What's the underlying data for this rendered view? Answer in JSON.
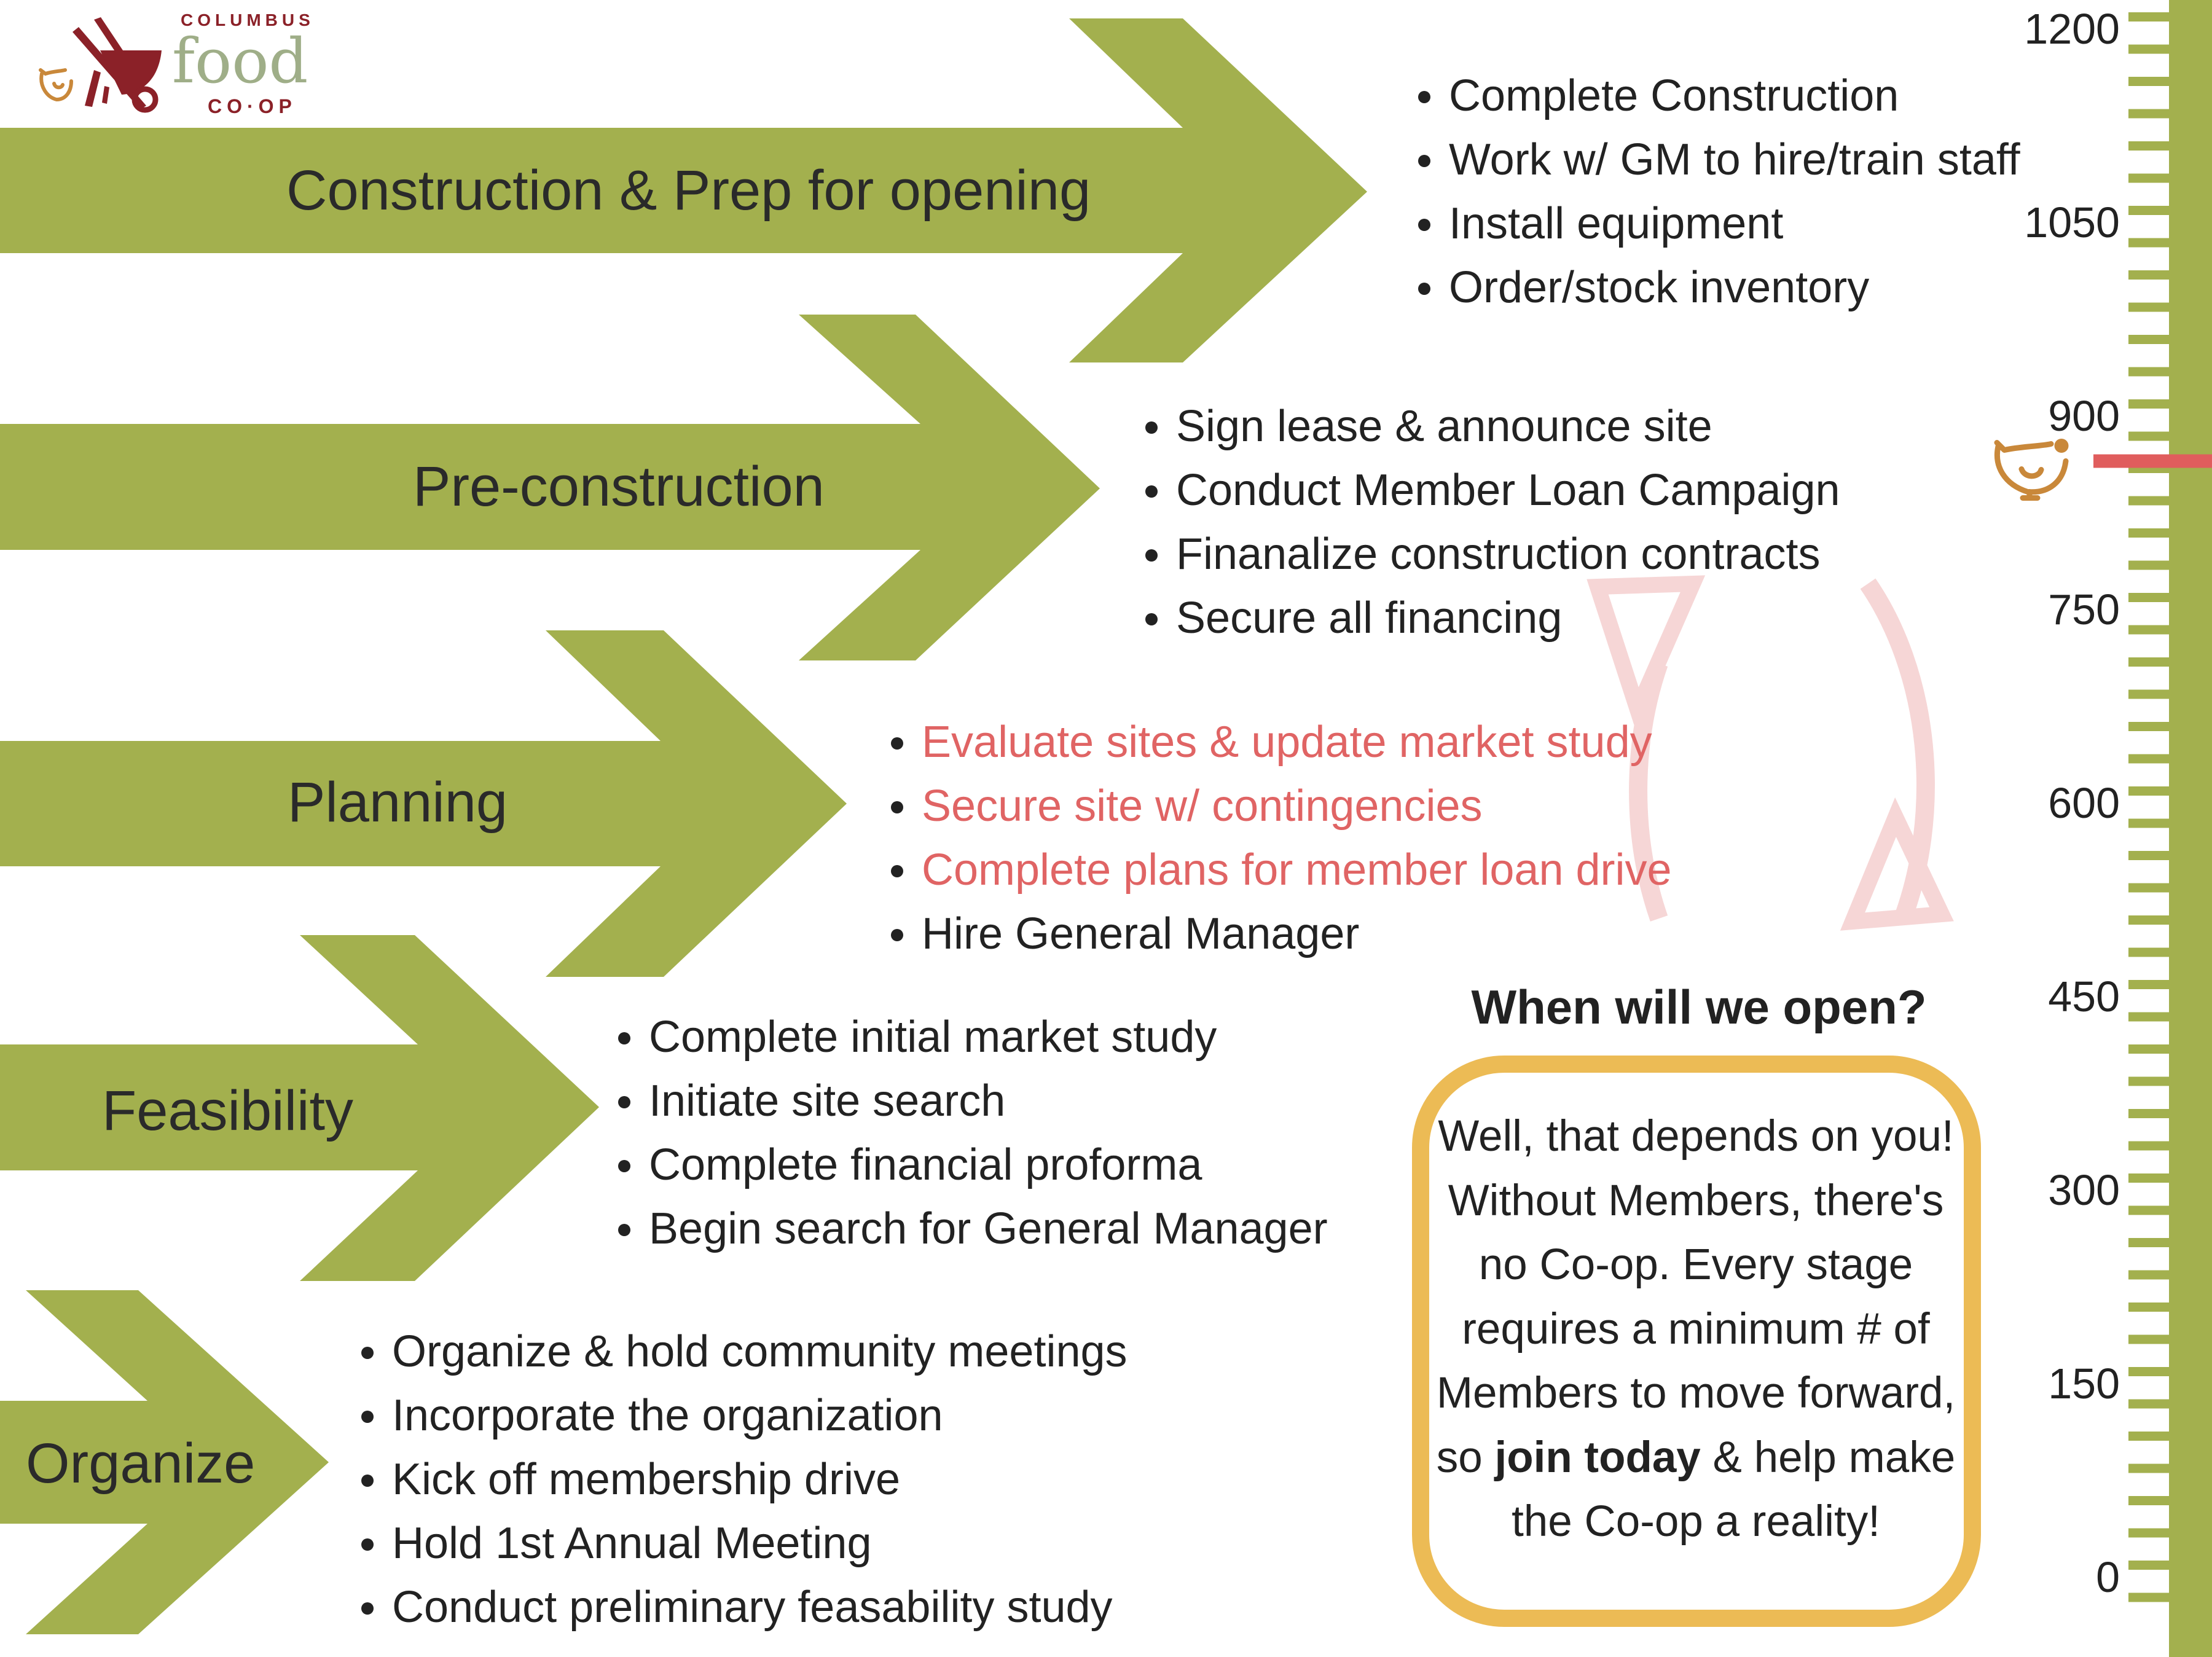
{
  "logo": {
    "top": "COLUMBUS",
    "middle": "food",
    "bottom": "CO·OP"
  },
  "stages": [
    {
      "name": "Construction & Prep for opening",
      "items": [
        {
          "text": "Complete Construction",
          "highlight": false
        },
        {
          "text": "Work w/ GM to hire/train staff",
          "highlight": false
        },
        {
          "text": "Install equipment",
          "highlight": false
        },
        {
          "text": "Order/stock inventory",
          "highlight": false
        }
      ]
    },
    {
      "name": "Pre-construction",
      "items": [
        {
          "text": "Sign lease & announce site",
          "highlight": false
        },
        {
          "text": "Conduct Member Loan Campaign",
          "highlight": false
        },
        {
          "text": "Finanalize construction contracts",
          "highlight": false
        },
        {
          "text": "Secure all financing",
          "highlight": false
        }
      ]
    },
    {
      "name": "Planning",
      "items": [
        {
          "text": "Evaluate sites & update market study",
          "highlight": true
        },
        {
          "text": "Secure site w/ contingencies",
          "highlight": true
        },
        {
          "text": "Complete plans for member loan drive",
          "highlight": true
        },
        {
          "text": "Hire General Manager",
          "highlight": false
        }
      ]
    },
    {
      "name": "Feasibility",
      "items": [
        {
          "text": "Complete initial market study",
          "highlight": false
        },
        {
          "text": "Initiate site search",
          "highlight": false
        },
        {
          "text": "Complete financial proforma",
          "highlight": false
        },
        {
          "text": "Begin search for General Manager",
          "highlight": false
        }
      ]
    },
    {
      "name": "Organize",
      "items": [
        {
          "text": "Organize & hold community meetings",
          "highlight": false
        },
        {
          "text": "Incorporate the organization",
          "highlight": false
        },
        {
          "text": "Kick off membership drive",
          "highlight": false
        },
        {
          "text": "Hold 1st Annual Meeting",
          "highlight": false
        },
        {
          "text": "Conduct preliminary feasability study",
          "highlight": false
        }
      ]
    }
  ],
  "callout": {
    "title": "When will we open?",
    "text_before": "Well, that depends on you! Without Members, there's no Co-op. Every stage requires a minimum # of Members to move forward, so ",
    "text_bold": "join today",
    "text_after": " & help make the Co-op a reality!"
  },
  "ruler": {
    "labels": [
      "1200",
      "1050",
      "900",
      "750",
      "600",
      "450",
      "300",
      "150",
      "0"
    ],
    "min": 0,
    "max": 1200,
    "current_members": 865
  },
  "colors": {
    "arrow_green": "#a3b04e",
    "highlight_red": "#e06464",
    "marker_red": "#e05d5d",
    "cycle_pink": "#f6d6d6",
    "box_gold": "#ecbb55",
    "logo_red": "#8b2128",
    "logo_sage": "#9fae88",
    "chicken_orange": "#c9883a"
  }
}
